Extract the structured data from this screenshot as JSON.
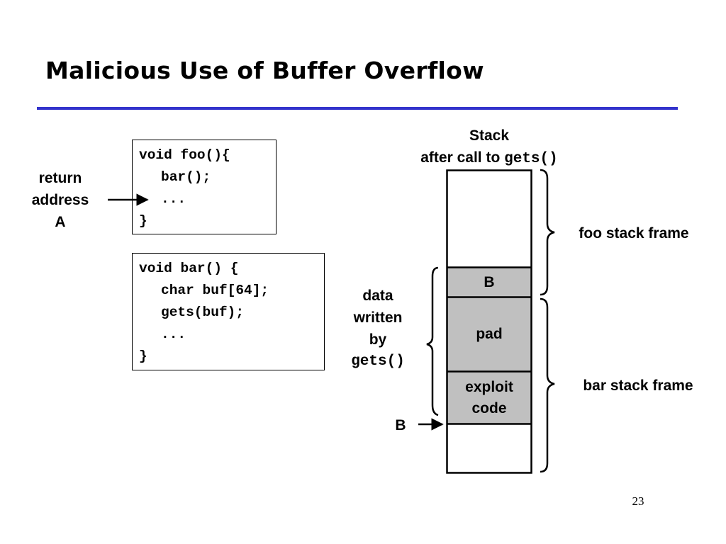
{
  "slide": {
    "title": "Malicious Use of Buffer Overflow",
    "page_number": "23",
    "rule_color": "#3333cc"
  },
  "code": {
    "foo": [
      "void foo(){",
      "bar();",
      "...",
      "}"
    ],
    "bar": [
      "void bar() {",
      "char buf[64];",
      "gets(buf);",
      "...",
      "}"
    ]
  },
  "labels": {
    "return_address": [
      "return",
      "address",
      "A"
    ],
    "stack_title": "Stack",
    "stack_subtitle_prefix": "after call to ",
    "stack_subtitle_code": "gets()",
    "data_written": [
      "data",
      "written",
      "by"
    ],
    "data_written_code": "gets()",
    "pointer_b": "B",
    "foo_frame": "foo stack frame",
    "bar_frame": "bar stack frame"
  },
  "stack": {
    "cells": [
      {
        "label": "",
        "fill": "#ffffff"
      },
      {
        "label": "B",
        "fill": "#c0c0c0"
      },
      {
        "label": "pad",
        "fill": "#c0c0c0"
      },
      {
        "label": "exploit code",
        "fill": "#c0c0c0",
        "lines": [
          "exploit",
          "code"
        ]
      },
      {
        "label": "",
        "fill": "#ffffff"
      }
    ]
  }
}
